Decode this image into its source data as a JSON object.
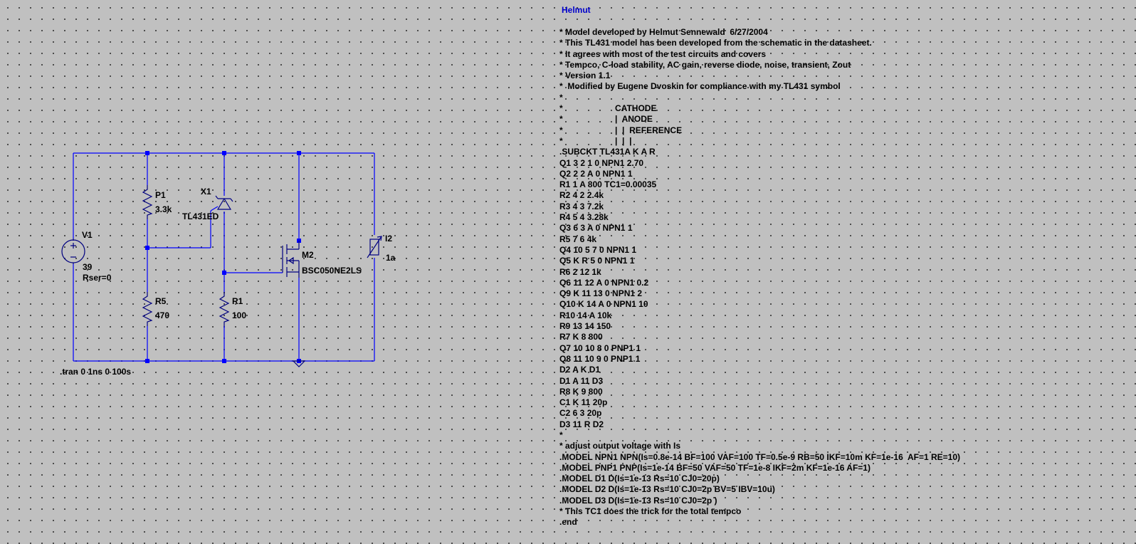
{
  "components": {
    "v1": {
      "name": "V1",
      "value": "39",
      "param": "Rser=0"
    },
    "p1": {
      "name": "P1",
      "value": "3.3k"
    },
    "r5": {
      "name": "R5",
      "value": "470"
    },
    "x1": {
      "name": "X1",
      "value": "TL431ED"
    },
    "r1": {
      "name": "R1",
      "value": "100"
    },
    "m2": {
      "name": "M2",
      "value": "BSC050NE2LS"
    },
    "i2": {
      "name": "I2",
      "value": "1a"
    }
  },
  "directive": ".tran 0 1ns 0 100s",
  "spice": {
    "title": "Helmut",
    "lines": [
      "* Model developed by Helmut Sennewald  6/27/2004",
      "* This TL431 model has been developed from the schematic in the datasheet.",
      "* It agrees with most of the test circuits and covers",
      "* Tempco, C-load stability, AC gain, reverse diode, noise, transient, Zout",
      "* Version 1.1",
      "*  Modified by Eugene Dvoskin for compliance with my TL431 symbol",
      "*",
      "*                      CATHODE",
      "*                      |  ANODE",
      "*                      |  |  REFERENCE",
      "*                      |  |  |",
      ".SUBCKT TL431A K A R",
      "Q1 3 2 1 0 NPN1 2.70",
      "Q2 2 2 A 0 NPN1 1",
      "R1 1 A 800 TC1=0.00035",
      "R2 4 2 2.4k",
      "R3 4 3 7.2k",
      "R4 5 4 3.28k",
      "Q3 6 3 A 0 NPN1 1",
      "R5 7 6 4k",
      "Q4 10 5 7 0 NPN1 1",
      "Q5 K R 5 0 NPN1 1",
      "R6 2 12 1k",
      "Q6 11 12 A 0 NPN1 0.2",
      "Q9 K 11 13 0 NPN1 2",
      "Q10 K 14 A 0 NPN1 10",
      "R10 14 A 10k",
      "R9 13 14 150",
      "R7 K 8 800",
      "Q7 10 10 8 0 PNP1 1",
      "Q8 11 10 9 0 PNP1 1",
      "D2 A K D1",
      "D1 A 11 D3",
      "R8 K 9 800",
      "C1 K 11 20p",
      "C2 6 3 20p",
      "D3 11 R D2",
      "*",
      "* adjust output voltage with Is",
      ".MODEL NPN1 NPN(Is=0.8e-14 BF=100 VAF=100 TF=0.5e-9 RB=50 IKF=10m KF=1e-16  AF=1 RE=10)",
      ".MODEL PNP1 PNP(Is=1e-14 BF=50 VAF=50 TF=1e-8 IKF=2m KF=1e-16 AF=1)",
      ".MODEL D1 D(Is=1e-13 Rs=10 CJ0=20p)",
      ".MODEL D2 D(Is=1e-13 Rs=10 CJ0=2p BV=5 IBV=10u)",
      ".MODEL D3 D(Is=1e-13 Rs=10 CJ0=2p )",
      "* This TC1 does the trick for the total tempco",
      ".end"
    ]
  },
  "colors": {
    "background": "#c0c0c0",
    "wire": "#0000ff",
    "symbol": "#000080",
    "text": "#000000",
    "title": "#0000cc"
  }
}
